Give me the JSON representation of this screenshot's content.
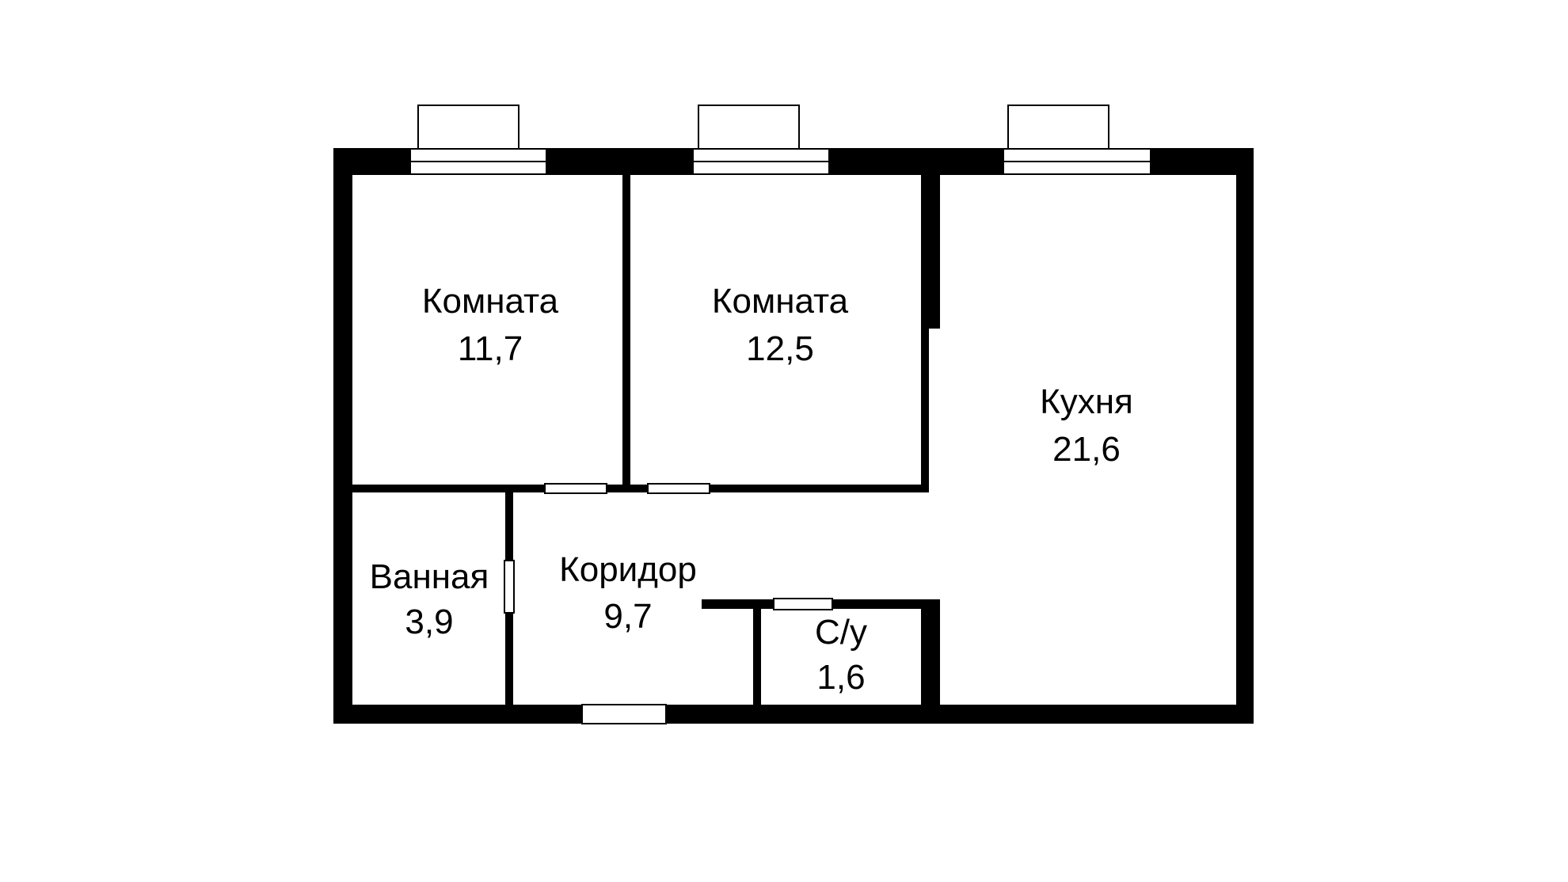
{
  "rooms": [
    {
      "id": "room-1",
      "name": "Комната",
      "area": "11,7"
    },
    {
      "id": "room-2",
      "name": "Комната",
      "area": "12,5"
    },
    {
      "id": "kitchen",
      "name": "Кухня",
      "area": "21,6"
    },
    {
      "id": "bathroom",
      "name": "Ванная",
      "area": "3,9"
    },
    {
      "id": "corridor",
      "name": "Коридор",
      "area": "9,7"
    },
    {
      "id": "toilet",
      "name": "С/у",
      "area": "1,6"
    }
  ],
  "colors": {
    "wall": "#000000",
    "background": "#ffffff"
  }
}
